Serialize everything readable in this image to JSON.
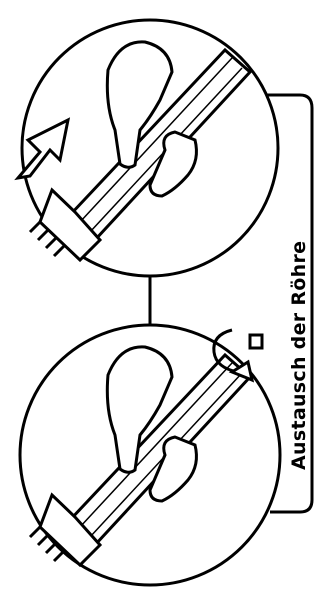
{
  "figure": {
    "caption": "Austausch der Röhre",
    "steps": [
      {
        "id": "step-1",
        "arrow": "pull-out-arrow"
      },
      {
        "id": "step-2",
        "arrow": "rotate-arrow"
      }
    ]
  },
  "colors": {
    "ink": "#000000",
    "paper": "#ffffff"
  }
}
